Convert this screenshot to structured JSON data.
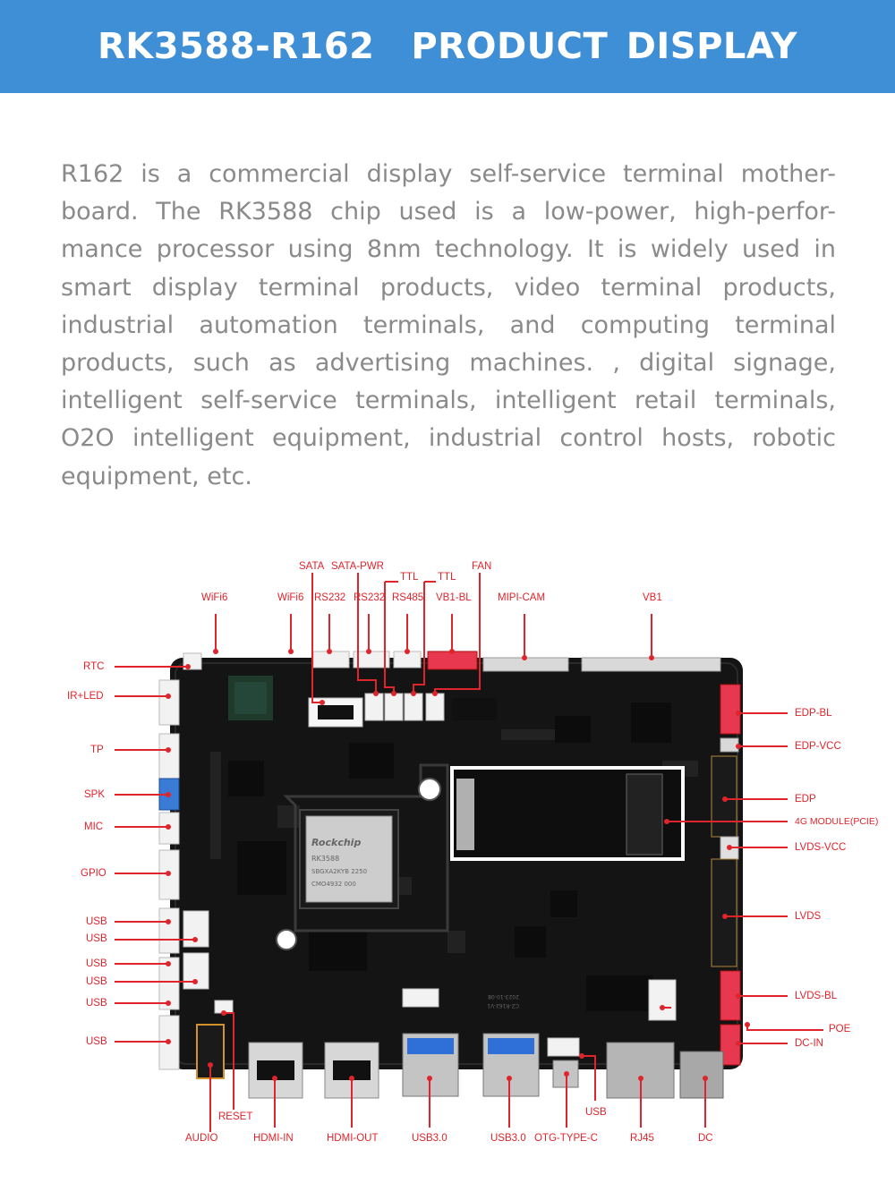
{
  "header": {
    "title": "RK3588-R162  PRODUCT DISPLAY",
    "background": "#3f8fd6"
  },
  "intro": {
    "text": "R162 is a commercial display self-service terminal mother-board. The RK3588 chip used is a low-power, high-perfor-mance processor using 8nm technology. It is widely used in smart display terminal products, video terminal products, industrial automation terminals, and computing terminal products, such as advertising machines. , digital signage, intelligent self-service terminals, intelligent retail terminals, O2O intelligent equipment, industrial control hosts, robotic equipment, etc."
  },
  "board": {
    "chip_brand": "Rockchip",
    "chip_model": "RK3588",
    "chip_line2": "SBGXA2KYB 2250",
    "chip_line3": "CMO4932 000",
    "pcb_label": "CZ-R162-V1",
    "pcb_date": "2023-10-08",
    "label_color": "#e0242b"
  },
  "labels": {
    "sata": "SATA",
    "sata_pwr": "SATA-PWR",
    "ttl1": "TTL",
    "ttl2": "TTL",
    "fan": "FAN",
    "wifi6_a": "WiFi6",
    "wifi6_b": "WiFi6",
    "rs232_a": "RS232",
    "rs232_b": "RS232",
    "rs485": "RS485",
    "vb1_bl": "VB1-BL",
    "mipi_cam": "MIPI-CAM",
    "vb1": "VB1",
    "rtc": "RTC",
    "ir_led": "IR+LED",
    "tp": "TP",
    "spk": "SPK",
    "mic": "MIC",
    "gpio": "GPIO",
    "usb_1": "USB",
    "usb_2": "USB",
    "usb_3": "USB",
    "usb_4": "USB",
    "usb_5": "USB",
    "usb_6": "USB",
    "edp_bl": "EDP-BL",
    "edp_vcc": "EDP-VCC",
    "edp": "EDP",
    "module_4g": "4G MODULE(PCIE)",
    "lvds_vcc": "LVDS-VCC",
    "lvds": "LVDS",
    "lvds_bl": "LVDS-BL",
    "poe": "POE",
    "dc_in": "DC-IN",
    "audio": "AUDIO",
    "reset": "RESET",
    "hdmi_in": "HDMI-IN",
    "hdmi_out": "HDMI-OUT",
    "usb3_a": "USB3.0",
    "usb3_b": "USB3.0",
    "otg": "OTG-TYPE-C",
    "usb_bottom": "USB",
    "rj45": "RJ45",
    "dc": "DC"
  }
}
